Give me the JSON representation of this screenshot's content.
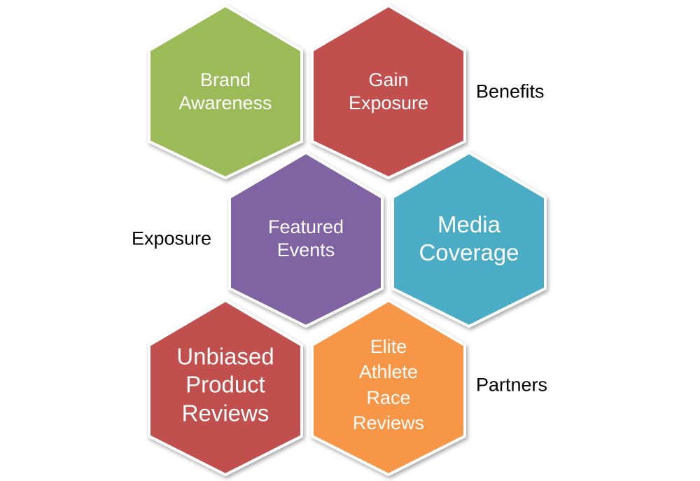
{
  "diagram": {
    "hexagons": [
      {
        "id": "brand",
        "label": "Brand\nAwareness",
        "color": "#9BBB59"
      },
      {
        "id": "gain",
        "label": "Gain\nExposure",
        "color": "#C0504D"
      },
      {
        "id": "featured",
        "label": "Featured\nEvents",
        "color": "#8064A2"
      },
      {
        "id": "media",
        "label": "Media\nCoverage",
        "color": "#4BACC6"
      },
      {
        "id": "unbiased",
        "label": "Unbiased\nProduct\nReviews",
        "color": "#C0504D"
      },
      {
        "id": "elite",
        "label": "Elite\nAthlete\nRace\nReviews",
        "color": "#F79646"
      }
    ],
    "side_labels": {
      "benefits": "Benefits",
      "exposure": "Exposure",
      "partners": "Partners"
    }
  }
}
